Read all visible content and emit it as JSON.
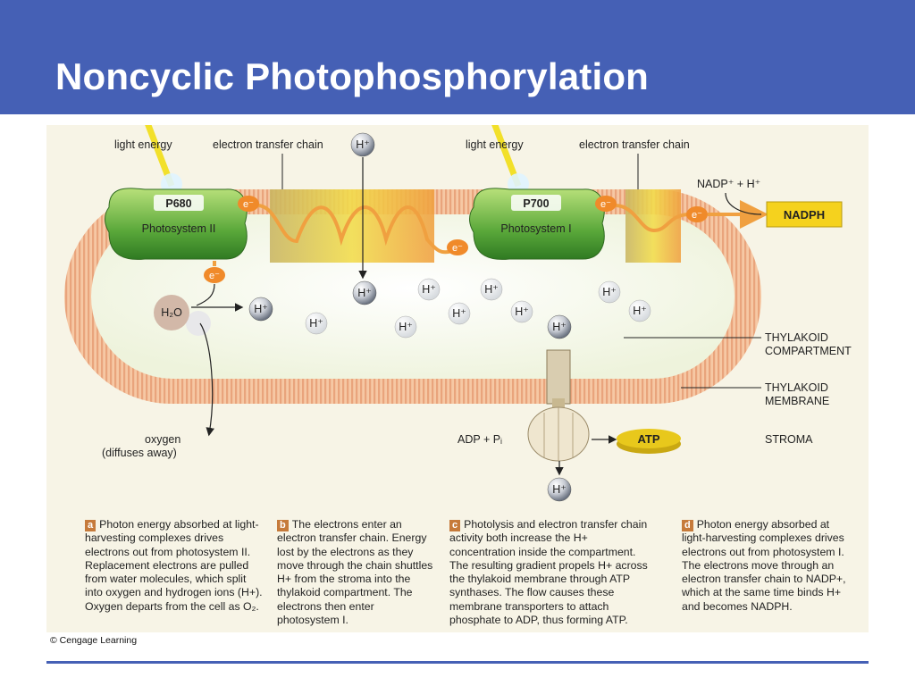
{
  "slide": {
    "title": "Noncyclic Photophosphorylation",
    "credit": "© Cengage Learning"
  },
  "labels": {
    "light_energy_1": "light energy",
    "light_energy_2": "light energy",
    "etc_1": "electron transfer chain",
    "etc_2": "electron transfer chain",
    "p680": "P680",
    "photosystem_2": "Photosystem II",
    "p700": "P700",
    "photosystem_1": "Photosystem I",
    "electron": "e⁻",
    "proton": "H⁺",
    "nadp": "NADP⁺ + H⁺",
    "nadph": "NADPH",
    "water": "H₂O",
    "oxygen_1": "oxygen",
    "oxygen_2": "(diffuses away)",
    "thylakoid_compartment_1": "THYLAKOID",
    "thylakoid_compartment_2": "COMPARTMENT",
    "thylakoid_membrane_1": "THYLAKOID",
    "thylakoid_membrane_2": "MEMBRANE",
    "stroma": "STROMA",
    "adp_pi": "ADP + Pᵢ",
    "atp": "ATP"
  },
  "captions": [
    {
      "tag": "a",
      "text": "Photon energy absorbed at light-harvesting complexes drives electrons out from photosystem II. Replacement electrons are pulled from water molecules, which split into oxygen and hydrogen ions (H+). Oxygen departs from the cell as O₂."
    },
    {
      "tag": "b",
      "text": "The electrons enter an electron transfer chain. Energy lost by the electrons as they move through the chain shuttles H+ from the stroma into the thylakoid compartment. The electrons then enter photosystem I."
    },
    {
      "tag": "c",
      "text": "Photolysis and electron transfer chain activity both increase the H+ concentration inside the compartment. The resulting gradient propels H+ across the thylakoid membrane through ATP synthases. The flow causes these membrane transporters to attach phosphate to ADP, thus forming ATP."
    },
    {
      "tag": "d",
      "text": "Photon energy absorbed at light-harvesting complexes drives electrons out from photosystem I. The electrons move through an electron transfer chain to NADP+, which at the same time binds H+ and becomes NADPH."
    }
  ],
  "colors": {
    "header": "#4560b5",
    "membrane": "#f0b48a",
    "photosystem": "#5aa83a",
    "nadph_box": "#f5d21e",
    "atp_disc": "#e8c81c",
    "caption_tag": "#c67a3a"
  }
}
